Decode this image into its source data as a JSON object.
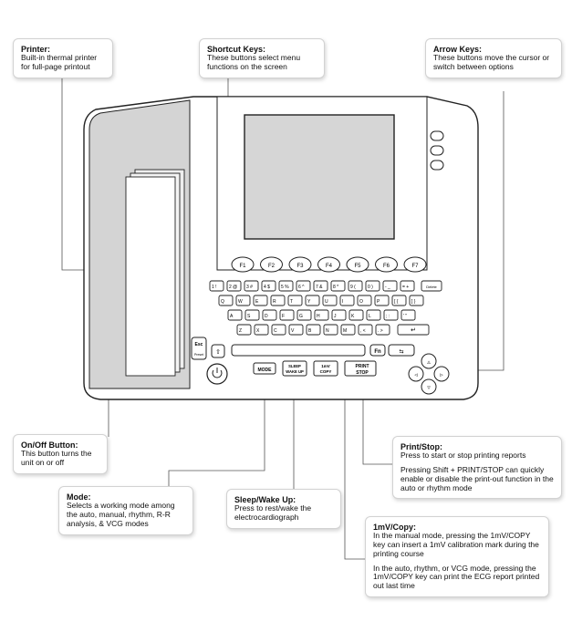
{
  "callouts": {
    "printer": {
      "title": "Printer:",
      "body": "Built-in thermal printer for full-page printout"
    },
    "shortcut": {
      "title": "Shortcut Keys:",
      "body": "These buttons select menu functions on the screen"
    },
    "arrow": {
      "title": "Arrow Keys:",
      "body": "These buttons move the cursor or switch between options"
    },
    "onoff": {
      "title": "On/Off Button:",
      "body": "This button turns the unit on or off"
    },
    "mode": {
      "title": "Mode:",
      "body": "Selects a working mode among the auto, manual, rhythm, R-R analysis, & VCG modes"
    },
    "sleep": {
      "title": "Sleep/Wake Up:",
      "body": "Press to rest/wake the electrocardiograph"
    },
    "printstop": {
      "title": "Print/Stop:",
      "body": "Press to start or stop printing reports",
      "body2": "Pressing Shift + PRINT/STOP can quickly enable or disable the print-out function in the auto or rhythm mode"
    },
    "copy": {
      "title": "1mV/Copy:",
      "body": "In the manual mode, pressing the 1mV/COPY key can insert a 1mV calibration mark during the printing course",
      "body2": "In the auto, rhythm, or VCG mode, pressing the 1mV/COPY key can print the ECG report printed out last time"
    }
  },
  "device": {
    "fkeys": [
      "F1",
      "F2",
      "F3",
      "F4",
      "F5",
      "F6",
      "F7"
    ],
    "row1": [
      "1 !",
      "2 @",
      "3 #",
      "4 $",
      "5 %",
      "6 ^",
      "7 &",
      "8 *",
      "9 (",
      "0 )",
      "- _",
      "= +"
    ],
    "row1_end": "Delete",
    "row2": [
      "Q",
      "W",
      "E",
      "R",
      "T",
      "Y",
      "U",
      "I",
      "O",
      "P",
      "[ {",
      "] }"
    ],
    "row3": [
      "A",
      "S",
      "D",
      "F",
      "G",
      "H",
      "J",
      "K",
      "L",
      ";  :",
      "' \""
    ],
    "row4": [
      "Z",
      "X",
      "C",
      "V",
      "B",
      "N",
      "M",
      ", <",
      ". >"
    ],
    "esc_top": "Esc",
    "esc_bottom": "Preset",
    "fn": "Fn",
    "func_buttons": {
      "mode": "MODE",
      "sleep_top": "SLEEP",
      "sleep_bottom": "WAKE UP",
      "copy_top": "1mV",
      "copy_bottom": "COPY",
      "print_top": "PRINT",
      "print_bottom": "STOP"
    }
  }
}
